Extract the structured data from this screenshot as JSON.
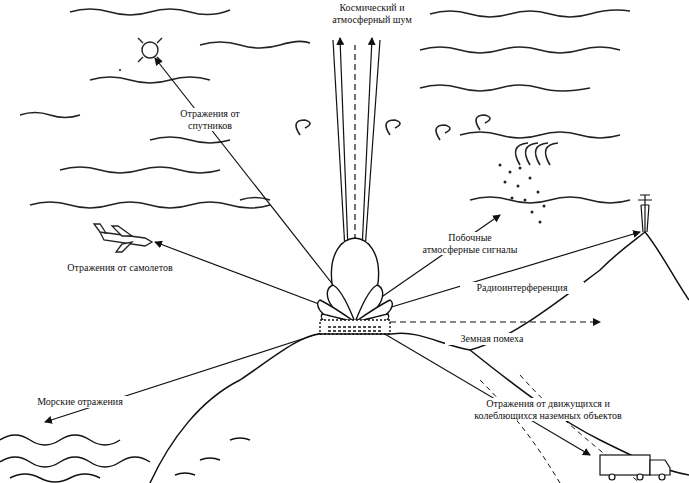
{
  "diagram": {
    "labels": [
      "Космический и атмосферный шум",
      "Отражения от спутников",
      "Отражения от самолетов",
      "Побочные атмосферные сигналы",
      "Радиоинтерференция",
      "Земная помеха",
      "Морские отражения",
      "Отражения от движущихся и колеблющихся наземных объектов"
    ]
  }
}
